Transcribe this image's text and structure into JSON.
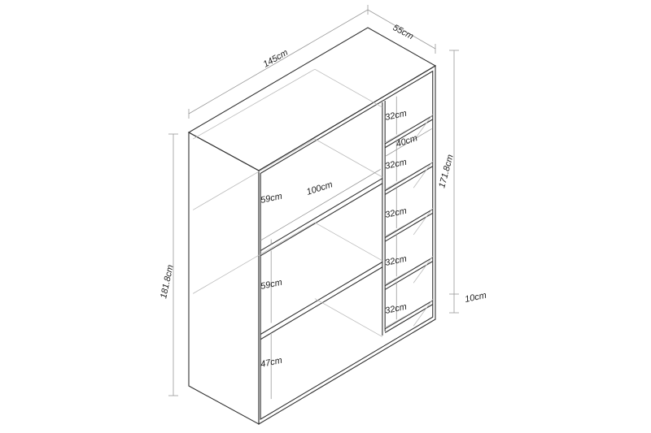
{
  "diagram": {
    "overall_width": "145cm",
    "overall_depth": "55cm",
    "overall_height": "181.8cm",
    "inner_height": "171.8cm",
    "base_height": "10cm",
    "left_compartment_width": "100cm",
    "right_compartment_width": "40cm",
    "left_compartments": [
      "59cm",
      "59cm",
      "47cm"
    ],
    "right_compartments": [
      "32cm",
      "32cm",
      "32cm",
      "32cm",
      "32cm"
    ]
  }
}
